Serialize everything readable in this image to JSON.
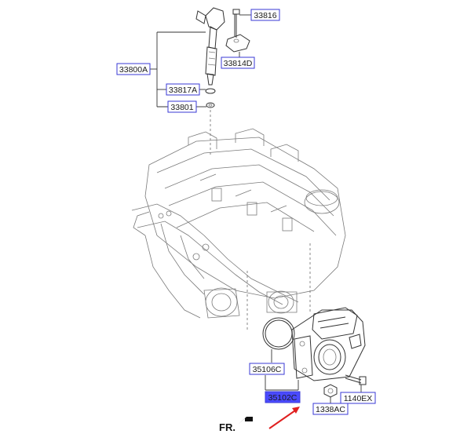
{
  "diagram": {
    "labels": {
      "l33816": "33816",
      "l33814d": "33814D",
      "l33800a": "33800A",
      "l33817a": "33817A",
      "l33801": "33801",
      "l35106c": "35106C",
      "l35102c": "35102C",
      "l1338ac": "1338AC",
      "l1140ex": "1140EX"
    },
    "highlighted_label": "35102C",
    "direction_label": "FR.",
    "colors": {
      "box_border": "#3a3ad6",
      "highlight_fill": "#4a4aff",
      "arrow": "#e02020"
    }
  }
}
